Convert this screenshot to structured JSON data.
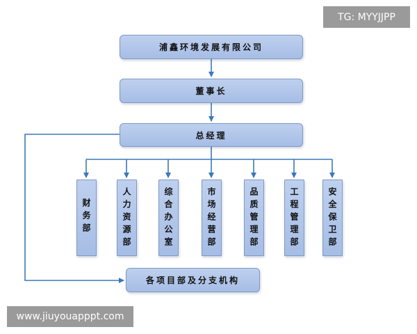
{
  "watermark_top": "TG: MYYJJPP",
  "watermark_bottom": "www.jiuyouapppt.com",
  "nodes": {
    "company": "浦鑫环境发展有限公司",
    "chairman": "董事长",
    "gm": "总经理",
    "branches": "各项目部及分支机构"
  },
  "departments": [
    {
      "label": "财务部"
    },
    {
      "label": "人力资源部"
    },
    {
      "label": "综合办公室"
    },
    {
      "label": "市场经营部"
    },
    {
      "label": "品质管理部"
    },
    {
      "label": "工程管理部"
    },
    {
      "label": "安全保卫部"
    }
  ]
}
